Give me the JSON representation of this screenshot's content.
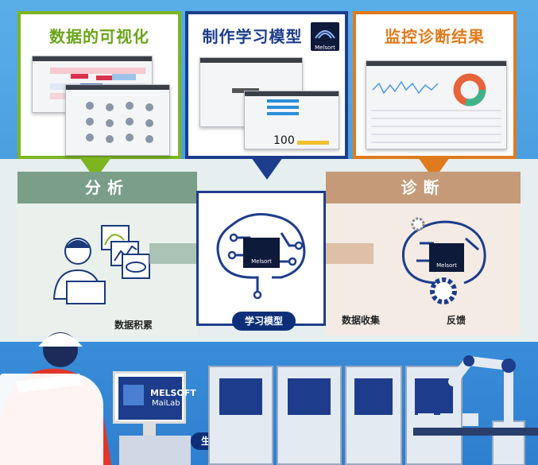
{
  "callouts": {
    "visualization": {
      "title": "数据的可视化",
      "color": "#7db521"
    },
    "model": {
      "title": "制作学习模型",
      "color": "#1d3d8c"
    },
    "monitor": {
      "title": "监控诊断结果",
      "color": "#e07b1d"
    }
  },
  "panels": {
    "analysis": {
      "title": "分析",
      "color": "#7a9e88"
    },
    "diagnosis": {
      "title": "诊断",
      "color": "#c49a78"
    }
  },
  "labels": {
    "data_accumulation": "数据积累",
    "learning_model": "学习模型",
    "data_collection": "数据收集",
    "feedback": "反馈",
    "production_site": "生产现场"
  },
  "logo": {
    "text": "Melsort"
  },
  "screenshot_value": "100",
  "monitor_screen": {
    "line1": "MELSOFT",
    "line2": "MaiLab"
  },
  "icons": [
    "analyst-icon",
    "laptop-icon",
    "chart-icon",
    "brain-circuit-icon",
    "gear-icon",
    "robot-arm-icon",
    "worker-icon",
    "machine-icon"
  ]
}
